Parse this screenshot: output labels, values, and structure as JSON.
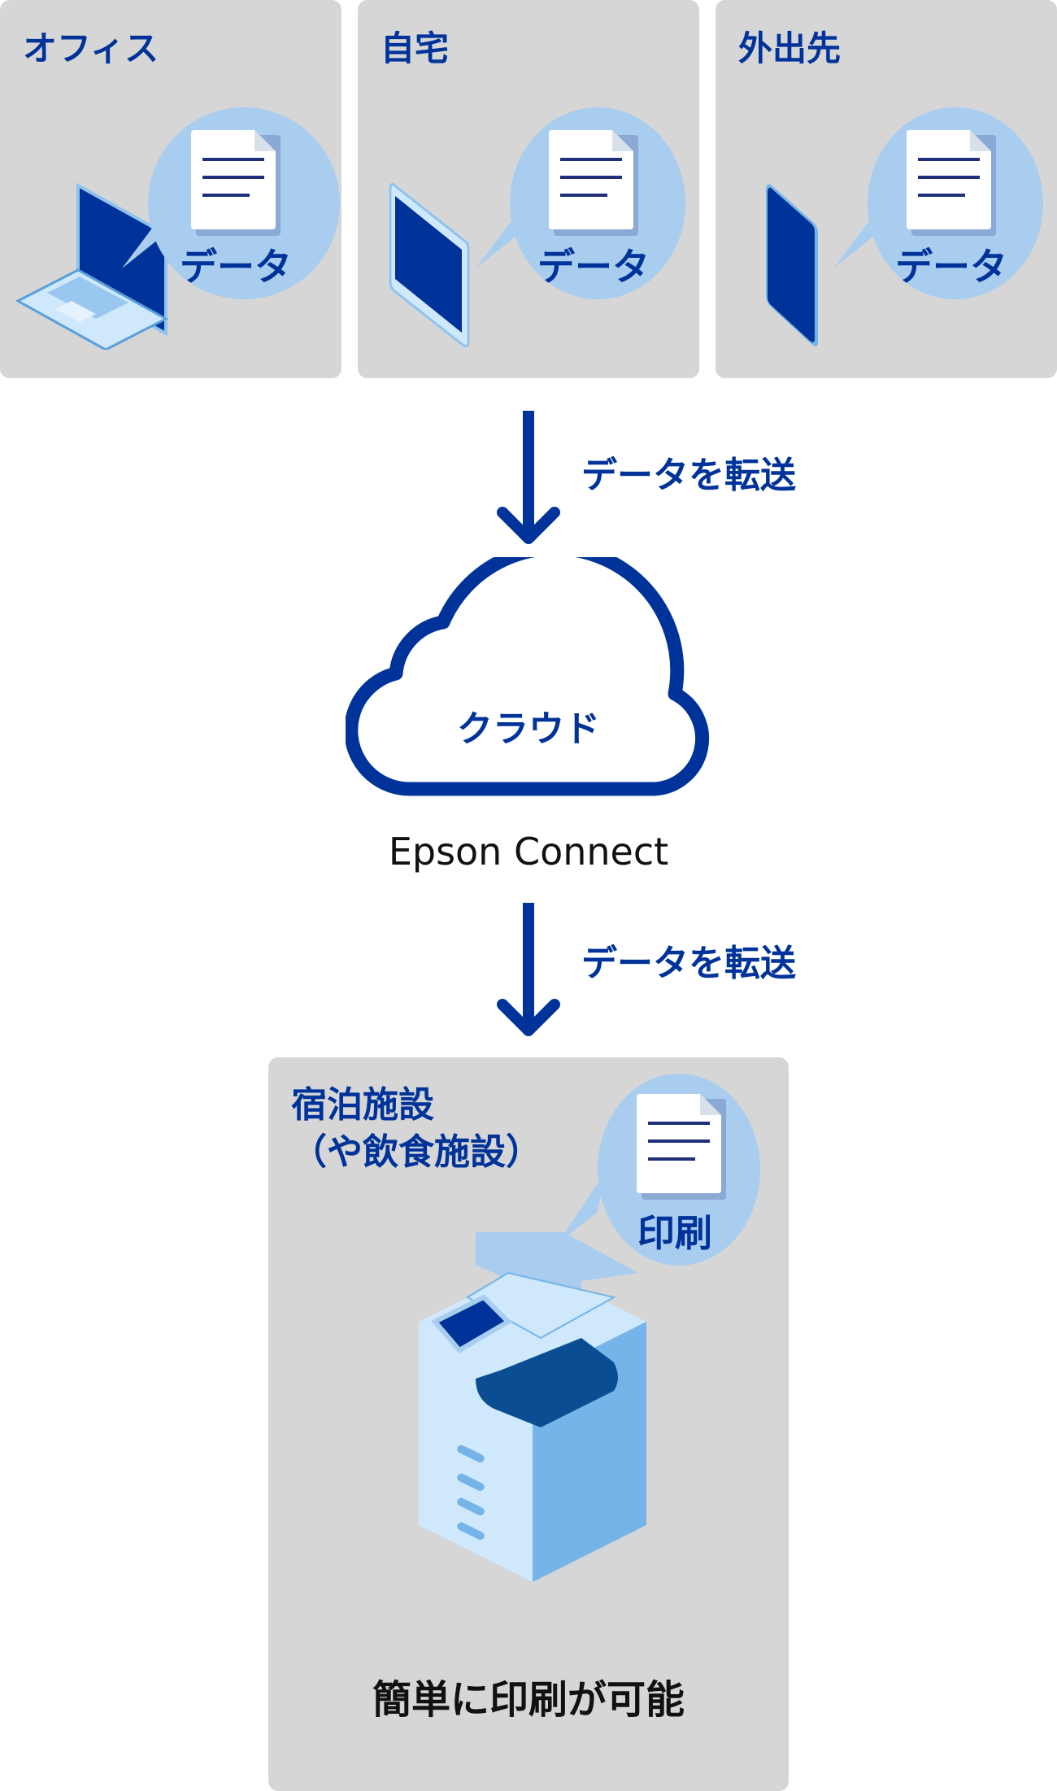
{
  "sources": [
    {
      "title": "オフィス",
      "device": "laptop",
      "bubble_label": "データ"
    },
    {
      "title": "自宅",
      "device": "tablet",
      "bubble_label": "データ"
    },
    {
      "title": "外出先",
      "device": "smartphone",
      "bubble_label": "データ"
    }
  ],
  "transfer1": {
    "label": "データを転送"
  },
  "cloud": {
    "label": "クラウド",
    "service": "Epson Connect"
  },
  "transfer2": {
    "label": "データを転送"
  },
  "destination": {
    "title_line1": "宿泊施設",
    "title_line2": "（や飲食施設）",
    "bubble_label": "印刷",
    "device": "multifunction-printer",
    "caption": "簡単に印刷が可能"
  },
  "colors": {
    "accent": "#003399",
    "panel": "#d6d6d6",
    "bubble": "#a9cdef",
    "device_light": "#cfe8fb",
    "device_mid": "#74b4e8"
  }
}
